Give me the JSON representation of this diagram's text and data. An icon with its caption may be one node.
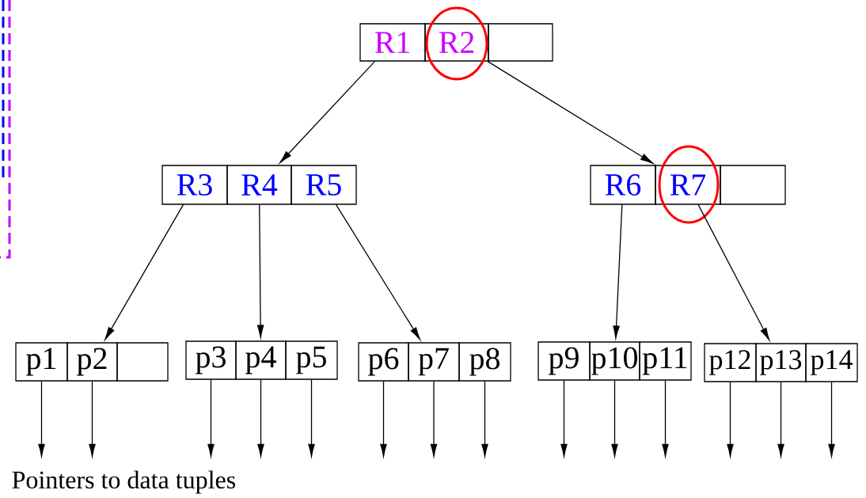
{
  "diagram": {
    "nodes": [
      {
        "text": [
          "R1"
        ]
      },
      {
        "text": [
          "R2"
        ]
      },
      {
        "text": [],
        "shape": "box"
      },
      {
        "text": [
          "R3"
        ]
      },
      {
        "text": [
          "R4"
        ]
      },
      {
        "text": [
          "R5"
        ]
      },
      {
        "text": [
          "R6"
        ]
      },
      {
        "text": [
          "R7"
        ]
      },
      {
        "text": [],
        "shape": "box"
      },
      {
        "text": [
          "p1"
        ]
      },
      {
        "text": [
          "p2"
        ]
      },
      {
        "text": [],
        "shape": "box"
      },
      {
        "text": [
          "p3"
        ]
      },
      {
        "text": [
          "p4"
        ]
      },
      {
        "text": [
          "p5"
        ]
      },
      {
        "text": [
          "p6"
        ]
      },
      {
        "text": [
          "p7"
        ]
      },
      {
        "text": [
          "p8"
        ]
      },
      {
        "text": [
          "p9"
        ]
      },
      {
        "text": [
          "p10"
        ]
      },
      {
        "text": [
          "p11"
        ]
      },
      {
        "text": [
          "p12"
        ]
      },
      {
        "text": [
          "p13"
        ]
      },
      {
        "text": [
          "p14"
        ]
      }
    ],
    "edges": [
      {
        "from": 0,
        "to": 4,
        "arrow": "to"
      },
      {
        "from": 1,
        "to": 7,
        "arrow": "to"
      },
      {
        "from": 3,
        "to": 10,
        "arrow": "to"
      },
      {
        "from": 4,
        "to": 13,
        "arrow": "to"
      },
      {
        "from": 5,
        "to": 16,
        "arrow": "to"
      },
      {
        "from": 6,
        "to": 19,
        "arrow": "to"
      },
      {
        "from": 7,
        "to": 22,
        "arrow": "to"
      },
      {
        "from": 9,
        "to": null,
        "arrow": "to"
      },
      {
        "from": 10,
        "to": null,
        "arrow": "to"
      },
      {
        "from": 12,
        "to": null,
        "arrow": "to"
      },
      {
        "from": 13,
        "to": null,
        "arrow": "to"
      },
      {
        "from": 14,
        "to": null,
        "arrow": "to"
      },
      {
        "from": 15,
        "to": null,
        "arrow": "to"
      },
      {
        "from": 16,
        "to": null,
        "arrow": "to"
      },
      {
        "from": 17,
        "to": null,
        "arrow": "to"
      },
      {
        "from": 18,
        "to": null,
        "arrow": "to"
      },
      {
        "from": 19,
        "to": null,
        "arrow": "to"
      },
      {
        "from": 20,
        "to": null,
        "arrow": "to"
      },
      {
        "from": 21,
        "to": null,
        "arrow": "to"
      },
      {
        "from": 22,
        "to": null,
        "arrow": "to"
      },
      {
        "from": 23,
        "to": null,
        "arrow": "to"
      }
    ],
    "labels": [
      "Pointers to data tuples"
    ]
  }
}
